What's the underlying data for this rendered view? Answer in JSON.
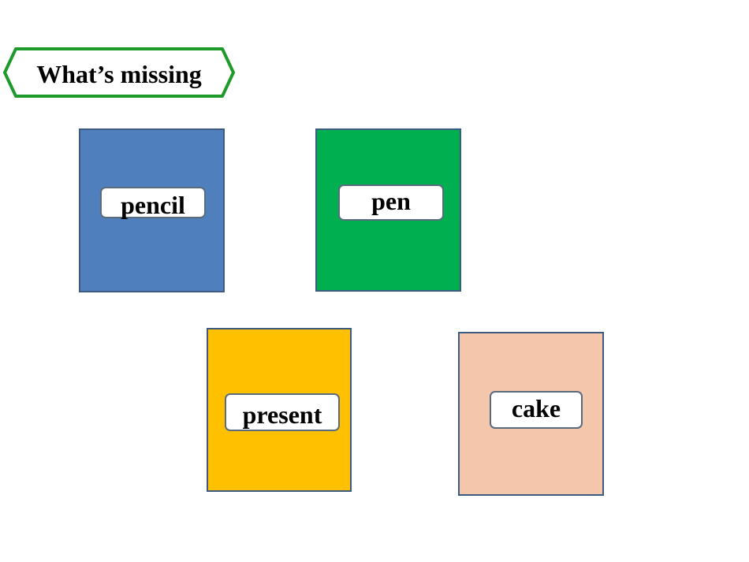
{
  "title": "What’s missing",
  "colors": {
    "badge_border": "#1e9a2a",
    "card_border": "#3d5a80"
  },
  "cards": [
    {
      "label": "pencil",
      "color": "#4f80bd"
    },
    {
      "label": "pen",
      "color": "#00b050"
    },
    {
      "label": "present",
      "color": "#ffc000"
    },
    {
      "label": "cake",
      "color": "#f4c7ad"
    }
  ]
}
